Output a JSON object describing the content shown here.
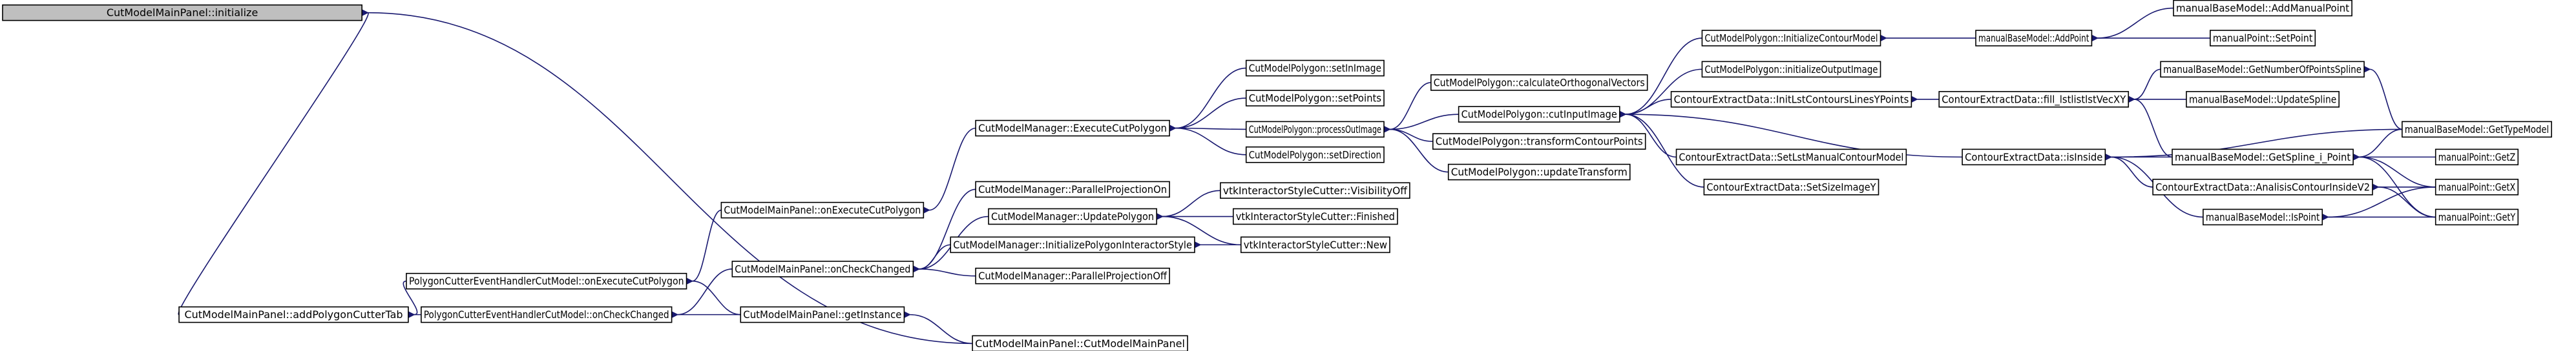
{
  "graph": {
    "direction": "right-to-left",
    "root": "CutModelMainPanel::initialize",
    "colors": {
      "root_fill": "#bfbfbf",
      "node_fill": "#ffffff",
      "edge": "#191970",
      "text": "#000000"
    },
    "nodes": [
      {
        "id": "n0",
        "label": "CutModelMainPanel::initialize",
        "root": true
      },
      {
        "id": "n1",
        "label": "CutModelMainPanel::addPolygonCutterTab"
      },
      {
        "id": "n2",
        "label": "PolygonCutterEventHandlerCutModel::onExecuteCutPolygon"
      },
      {
        "id": "n3",
        "label": "PolygonCutterEventHandlerCutModel::onCheckChanged"
      },
      {
        "id": "n4",
        "label": "CutModelMainPanel::onExecuteCutPolygon"
      },
      {
        "id": "n5",
        "label": "CutModelMainPanel::onCheckChanged"
      },
      {
        "id": "n6",
        "label": "CutModelMainPanel::getInstance"
      },
      {
        "id": "n7",
        "label": "CutModelMainPanel::CutModelMainPanel"
      },
      {
        "id": "n8",
        "label": "CutModelManager::ExecuteCutPolygon"
      },
      {
        "id": "n9",
        "label": "CutModelManager::ParallelProjectionOn"
      },
      {
        "id": "n10",
        "label": "CutModelManager::UpdatePolygon"
      },
      {
        "id": "n11",
        "label": "CutModelManager::InitializePolygonInteractorStyle"
      },
      {
        "id": "n12",
        "label": "CutModelManager::ParallelProjectionOff"
      },
      {
        "id": "n13",
        "label": "CutModelPolygon::setInImage"
      },
      {
        "id": "n14",
        "label": "CutModelPolygon::setPoints"
      },
      {
        "id": "n15",
        "label": "CutModelPolygon::processOutImage"
      },
      {
        "id": "n16",
        "label": "CutModelPolygon::setDirection"
      },
      {
        "id": "n17",
        "label": "vtkInteractorStyleCutter::VisibilityOff"
      },
      {
        "id": "n18",
        "label": "vtkInteractorStyleCutter::Finished"
      },
      {
        "id": "n19",
        "label": "vtkInteractorStyleCutter::New"
      },
      {
        "id": "n20",
        "label": "CutModelPolygon::calculateOrthogonalVectors"
      },
      {
        "id": "n21",
        "label": "CutModelPolygon::cutInputImage"
      },
      {
        "id": "n22",
        "label": "CutModelPolygon::transformContourPoints"
      },
      {
        "id": "n23",
        "label": "CutModelPolygon::updateTransform"
      },
      {
        "id": "n24",
        "label": "CutModelPolygon::InitializeContourModel"
      },
      {
        "id": "n25",
        "label": "CutModelPolygon::initializeOutputImage"
      },
      {
        "id": "n26",
        "label": "ContourExtractData::InitLstContoursLinesYPoints"
      },
      {
        "id": "n27",
        "label": "ContourExtractData::SetLstManualContourModel"
      },
      {
        "id": "n28",
        "label": "ContourExtractData::SetSizeImageY"
      },
      {
        "id": "n29",
        "label": "ContourExtractData::isInside"
      },
      {
        "id": "n30",
        "label": "manualBaseModel::AddPoint"
      },
      {
        "id": "n31",
        "label": "ContourExtractData::fill_lstlistlstVecXY"
      },
      {
        "id": "n32",
        "label": "manualBaseModel::AddManualPoint"
      },
      {
        "id": "n33",
        "label": "manualPoint::SetPoint"
      },
      {
        "id": "n34",
        "label": "manualBaseModel::GetNumberOfPointsSpline"
      },
      {
        "id": "n35",
        "label": "manualBaseModel::UpdateSpline"
      },
      {
        "id": "n36",
        "label": "manualBaseModel::GetSpline_i_Point"
      },
      {
        "id": "n37",
        "label": "ContourExtractData::AnalisisContourInsideV2"
      },
      {
        "id": "n38",
        "label": "manualBaseModel::IsPoint"
      },
      {
        "id": "n39",
        "label": "manualBaseModel::GetTypeModel"
      },
      {
        "id": "n40",
        "label": "manualPoint::GetZ"
      },
      {
        "id": "n41",
        "label": "manualPoint::GetX"
      },
      {
        "id": "n42",
        "label": "manualPoint::GetY"
      }
    ],
    "edges": [
      [
        "n0",
        "n1"
      ],
      [
        "n0",
        "n7"
      ],
      [
        "n1",
        "n2"
      ],
      [
        "n1",
        "n3"
      ],
      [
        "n2",
        "n4"
      ],
      [
        "n2",
        "n6"
      ],
      [
        "n3",
        "n5"
      ],
      [
        "n3",
        "n6"
      ],
      [
        "n4",
        "n8"
      ],
      [
        "n5",
        "n9"
      ],
      [
        "n5",
        "n10"
      ],
      [
        "n5",
        "n11"
      ],
      [
        "n5",
        "n12"
      ],
      [
        "n6",
        "n7"
      ],
      [
        "n8",
        "n13"
      ],
      [
        "n8",
        "n14"
      ],
      [
        "n8",
        "n15"
      ],
      [
        "n8",
        "n16"
      ],
      [
        "n10",
        "n17"
      ],
      [
        "n10",
        "n18"
      ],
      [
        "n10",
        "n19"
      ],
      [
        "n11",
        "n19"
      ],
      [
        "n15",
        "n20"
      ],
      [
        "n15",
        "n21"
      ],
      [
        "n15",
        "n22"
      ],
      [
        "n15",
        "n23"
      ],
      [
        "n21",
        "n24"
      ],
      [
        "n21",
        "n25"
      ],
      [
        "n21",
        "n26"
      ],
      [
        "n21",
        "n27"
      ],
      [
        "n21",
        "n28"
      ],
      [
        "n21",
        "n29"
      ],
      [
        "n24",
        "n30"
      ],
      [
        "n26",
        "n31"
      ],
      [
        "n29",
        "n36"
      ],
      [
        "n29",
        "n37"
      ],
      [
        "n29",
        "n38"
      ],
      [
        "n29",
        "n39"
      ],
      [
        "n30",
        "n32"
      ],
      [
        "n30",
        "n33"
      ],
      [
        "n31",
        "n34"
      ],
      [
        "n31",
        "n35"
      ],
      [
        "n31",
        "n36"
      ],
      [
        "n34",
        "n39"
      ],
      [
        "n36",
        "n39"
      ],
      [
        "n36",
        "n40"
      ],
      [
        "n36",
        "n41"
      ],
      [
        "n36",
        "n42"
      ],
      [
        "n37",
        "n41"
      ],
      [
        "n37",
        "n42"
      ],
      [
        "n38",
        "n41"
      ],
      [
        "n38",
        "n42"
      ]
    ]
  }
}
